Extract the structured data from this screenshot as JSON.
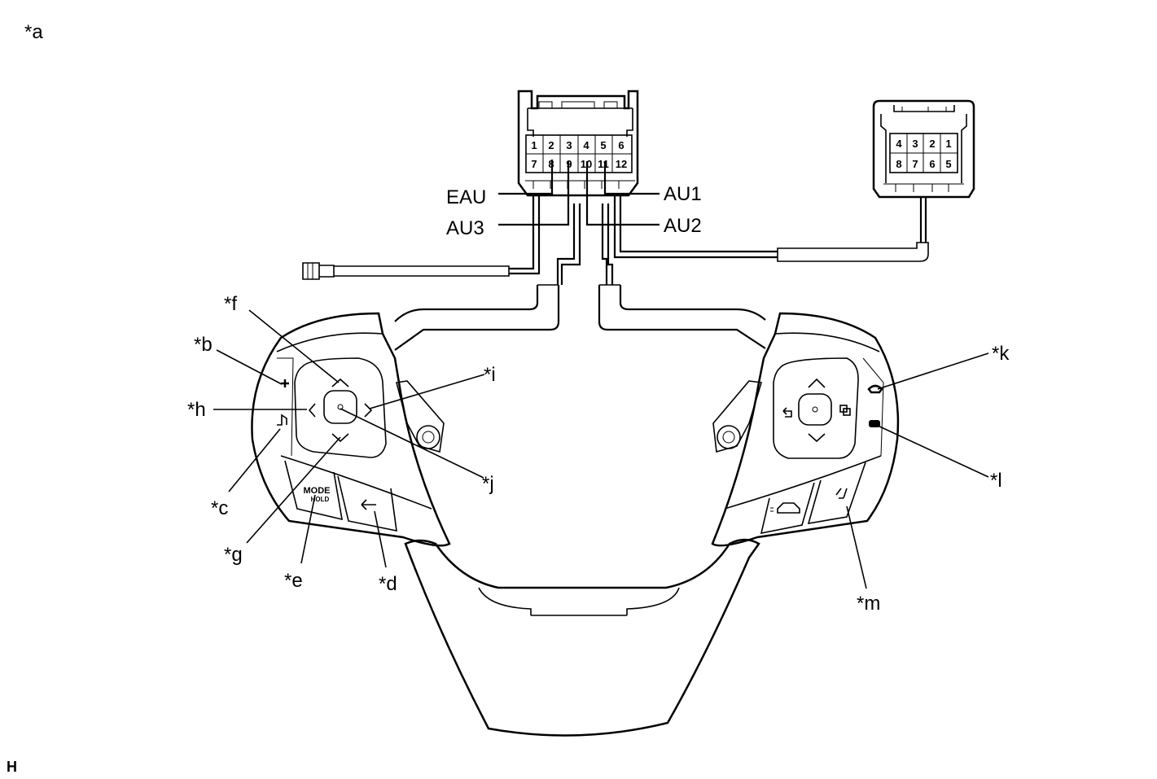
{
  "figure_id": "*a",
  "code_letter": "H",
  "connector_left": {
    "pins_top": [
      "1",
      "2",
      "3",
      "4",
      "5",
      "6"
    ],
    "pins_bottom": [
      "7",
      "8",
      "9",
      "10",
      "11",
      "12"
    ]
  },
  "connector_right": {
    "pins_top": [
      "4",
      "3",
      "2",
      "1"
    ],
    "pins_bottom": [
      "8",
      "7",
      "6",
      "5"
    ]
  },
  "signals": {
    "eau": "EAU",
    "au3": "AU3",
    "au1": "AU1",
    "au2": "AU2"
  },
  "callouts": {
    "b": "*b",
    "c": "*c",
    "d": "*d",
    "e": "*e",
    "f": "*f",
    "g": "*g",
    "h": "*h",
    "i": "*i",
    "j": "*j",
    "k": "*k",
    "l": "*l",
    "m": "*m"
  },
  "mode_button": {
    "line1": "MODE",
    "line2": "HOLD"
  }
}
